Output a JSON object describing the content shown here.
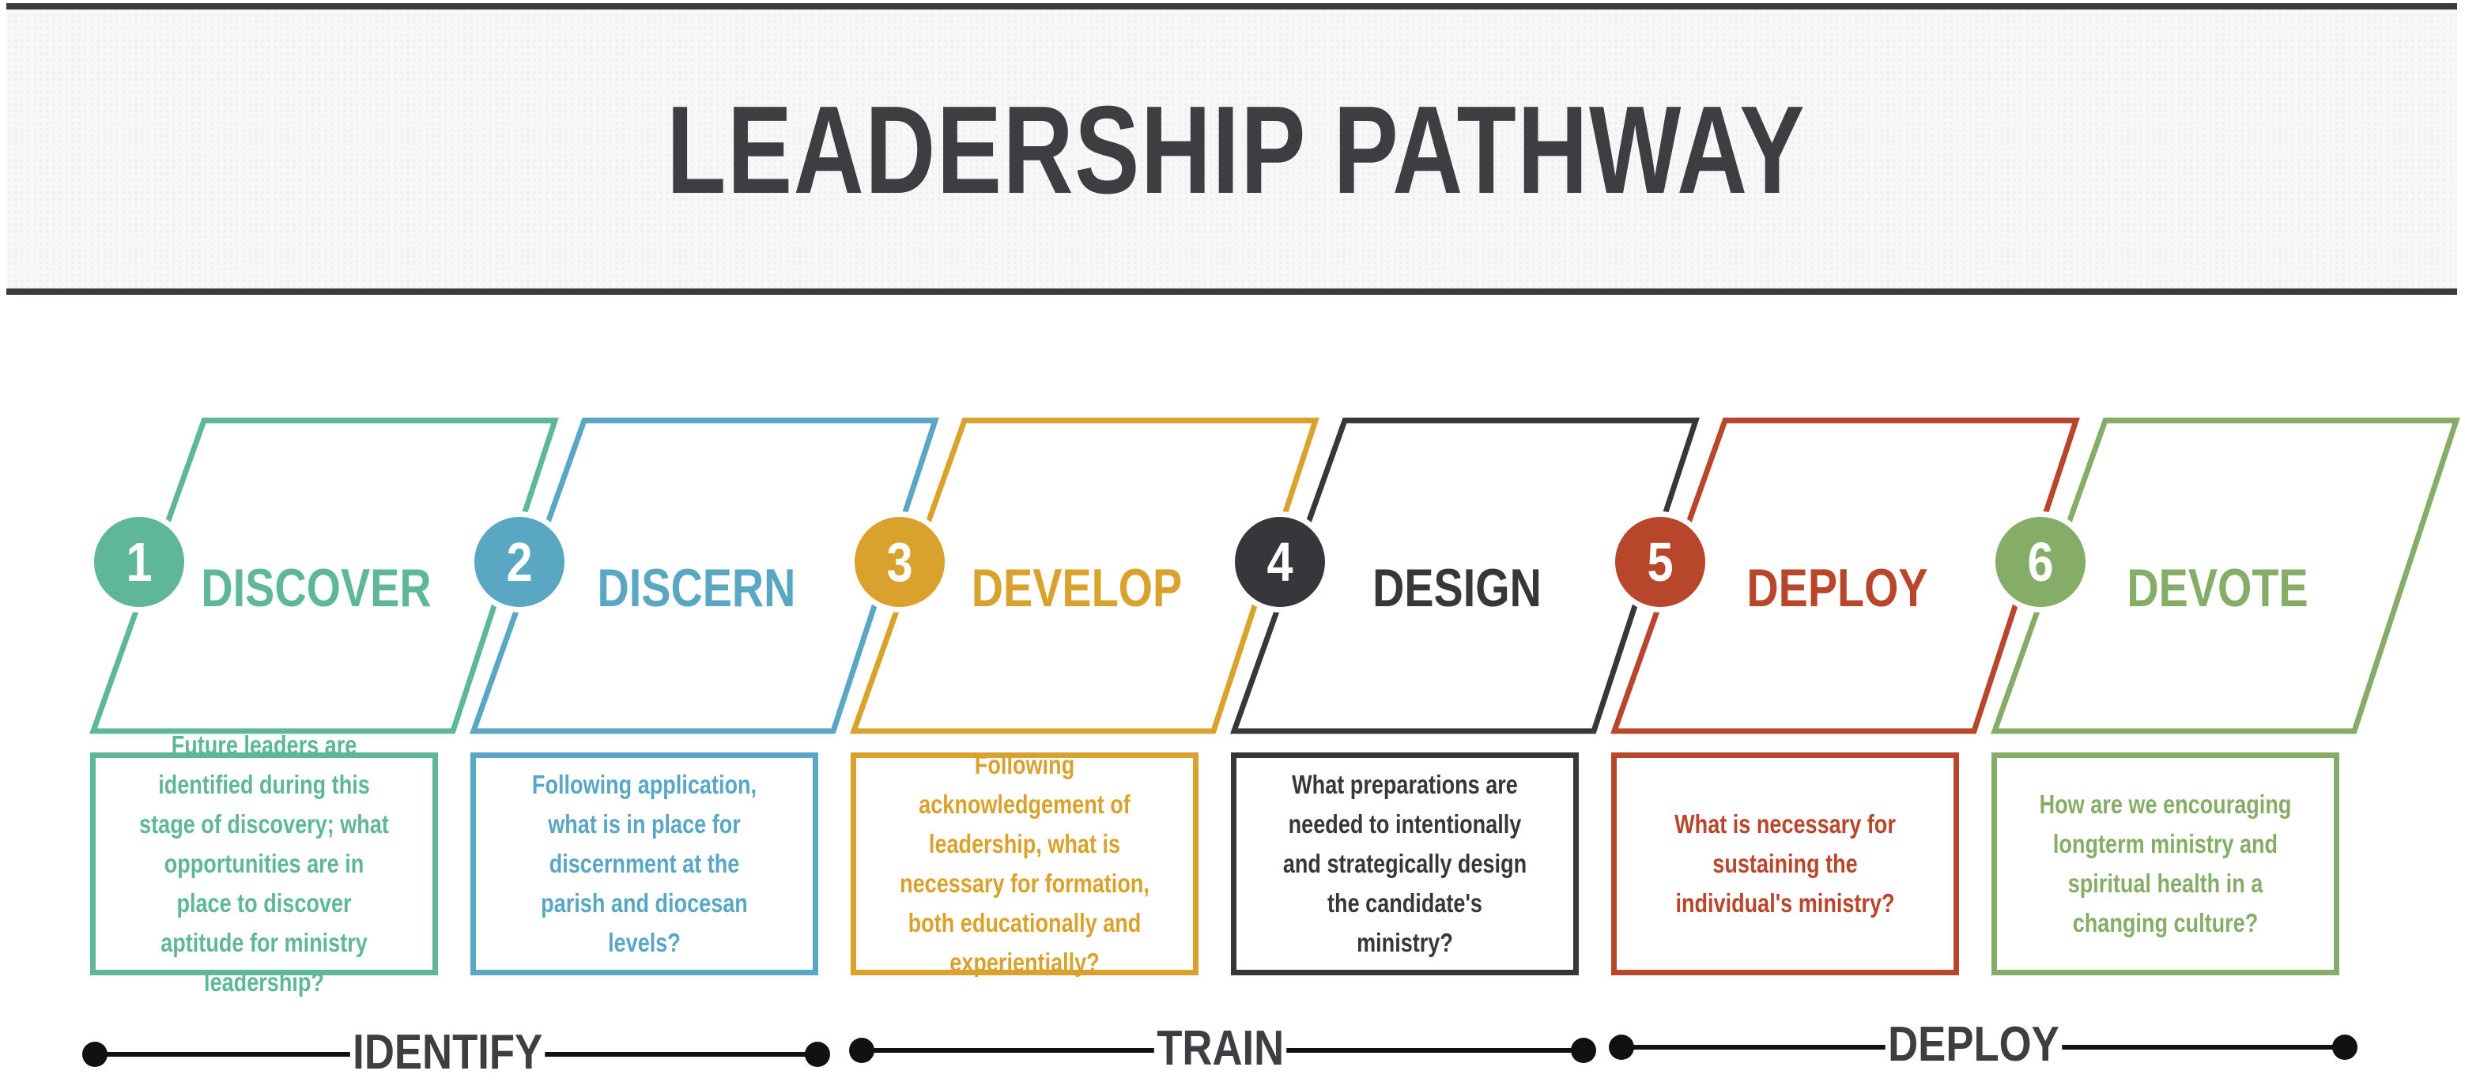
{
  "title": "LEADERSHIP PATHWAY",
  "steps": [
    {
      "number": "1",
      "title": "DISCOVER",
      "color": "#5fb79a",
      "text": "Future leaders are identified during this stage of discovery; what opportunities are in place to discover aptitude for ministry leadership?"
    },
    {
      "number": "2",
      "title": "DISCERN",
      "color": "#5aa7c4",
      "text": "Following application, what is in place for discernment at the parish and diocesan levels?"
    },
    {
      "number": "3",
      "title": "DEVELOP",
      "color": "#d9a22d",
      "text": "Following acknowledgement of leadership, what is necessary for formation, both educationally and experientially?"
    },
    {
      "number": "4",
      "title": "DESIGN",
      "color": "#35373b",
      "text": "What preparations are needed to intentionally and strategically design the candidate's ministry?"
    },
    {
      "number": "5",
      "title": "DEPLOY",
      "color": "#b8462a",
      "text": "What is necessary for sustaining the individual's ministry?"
    },
    {
      "number": "6",
      "title": "DEVOTE",
      "color": "#86ad67",
      "text": "How are we encouraging longterm ministry and spiritual health in a changing culture?"
    }
  ],
  "phases": [
    {
      "label": "IDENTIFY"
    },
    {
      "label": "TRAIN"
    },
    {
      "label": "DEPLOY"
    }
  ]
}
